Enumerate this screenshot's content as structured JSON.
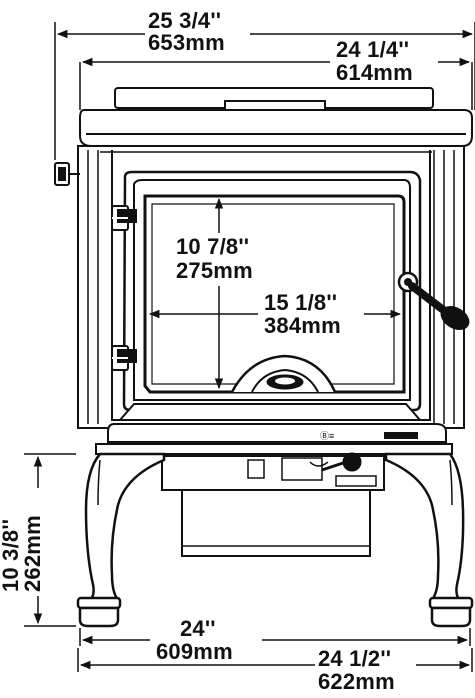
{
  "dimensions": {
    "overall_width": {
      "imperial": "25  3/4''",
      "metric": "653mm"
    },
    "body_width": {
      "imperial": "24  1/4''",
      "metric": "614mm"
    },
    "glass_height": {
      "imperial": "10  7/8''",
      "metric": "275mm"
    },
    "glass_width": {
      "imperial": "15  1/8''",
      "metric": "384mm"
    },
    "leg_height": {
      "imperial": "10  3/8''",
      "metric": "262mm"
    },
    "leg_span": {
      "imperial": "24''",
      "metric": "609mm"
    },
    "base_width": {
      "imperial": "24  1/2''",
      "metric": "622mm"
    }
  },
  "colors": {
    "line": "#111111",
    "background": "#ffffff"
  }
}
